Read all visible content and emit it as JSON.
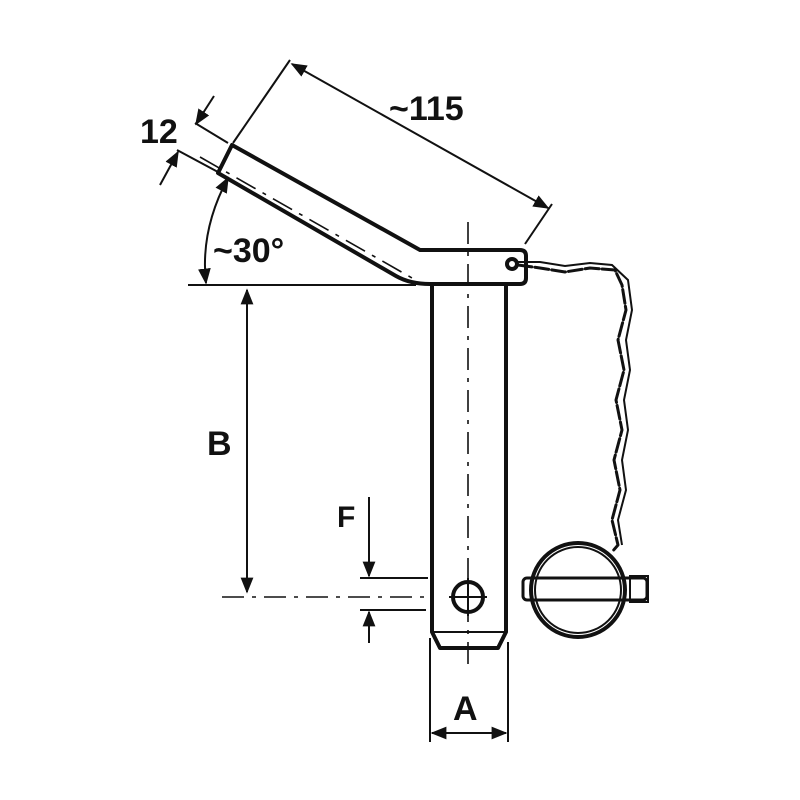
{
  "diagram": {
    "subject": "bent linch pin with chain and lynch clip",
    "labels": {
      "length": "~115",
      "diameter_tip": "12",
      "angle": "~30°",
      "B": "B",
      "F": "F",
      "A": "A"
    },
    "colors": {
      "line": "#111111",
      "background": "#ffffff"
    }
  }
}
